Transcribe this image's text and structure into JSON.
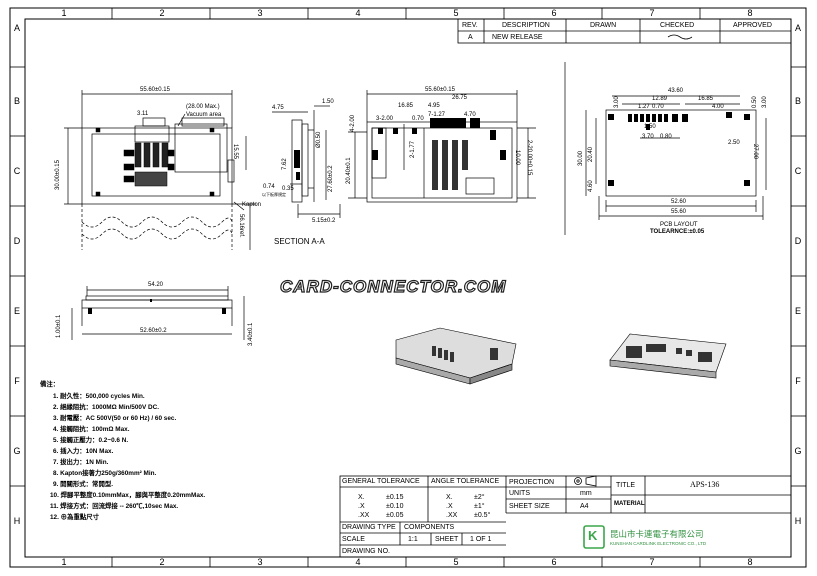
{
  "border": {
    "columns": [
      "1",
      "2",
      "3",
      "4",
      "5",
      "6",
      "7",
      "8"
    ],
    "rows": [
      "A",
      "B",
      "C",
      "D",
      "E",
      "F",
      "G",
      "H"
    ]
  },
  "revision": {
    "headers": [
      "REV.",
      "DESCRIPTION",
      "DRAWN",
      "CHECKED",
      "APPROVED"
    ],
    "row": [
      "A",
      "NEW RELEASE",
      "",
      "",
      ""
    ]
  },
  "watermark": "CARD-CONNECTOR.COM",
  "top_view": {
    "overall_width": "55.60±0.15",
    "dim_311": "3.11",
    "max_note": "(28.00 Max.)",
    "vacuum": "Vacuum area",
    "dim_1555": "15.55",
    "height": "30.00±0.15",
    "kapton": "Kapton",
    "ref": "56.16ref."
  },
  "section": {
    "dim_475": "4.75",
    "dim_150": "1.50",
    "dim_050": "Ø0.50",
    "dim_762": "7.62",
    "dim_074": "0.74",
    "dim_035": "0.35",
    "small_note": "以下板厚規定",
    "dim_515": "5.15±0.2",
    "label": "SECTION  A-A"
  },
  "front_view": {
    "overall_width": "55.60±0.15",
    "dim_2675": "26.75",
    "dim_1685": "16.85",
    "dim_495": "4.95",
    "dim_300_200": "3-2.00",
    "dim_070": "0.70",
    "dim_127": "7-1.27",
    "dim_470": "4.70",
    "dim_400": "4-2.00",
    "dim_177": "2-1.77",
    "dim_2760": "27.60±0.2",
    "dim_2040": "20.40±0.1",
    "dim_1000": "10.00",
    "dim_2000": "2-20.00±0.15"
  },
  "pcb": {
    "dim_4360": "43.60",
    "dim_1289": "12.89",
    "dim_1685": "16.85",
    "dim_127": "1.27",
    "dim_070": "0.70",
    "dim_400": "4.00",
    "dim_300": "3.00",
    "dim_050": "0.50",
    "dim_150": "1.50",
    "dim_370": "3.70",
    "dim_080": "0.80",
    "dim_250": "2.50",
    "dim_3000": "30.00",
    "dim_2040": "20.40",
    "dim_460": "4.60",
    "dim_2700": "27.00",
    "dim_5260": "52.60",
    "dim_5560": "55.60",
    "label": "PCB LAYOUT",
    "tolerance": "TOLEARNCE:±0.05"
  },
  "side_view": {
    "overall_width": "54.20",
    "inner_width": "52.60±0.2",
    "left_height": "1.00±0.1",
    "right_height": "3.40±0.1"
  },
  "notes": {
    "title": "備注：",
    "items": [
      "1. 耐久性：500,000 cycles Min.",
      "2. 絕緣阻抗：1000MΩ Min/500V DC.",
      "3. 耐電壓：AC 500V(50 or 60 Hz) / 60 sec.",
      "4. 接觸阻抗：100mΩ Max.",
      "5. 接觸正壓力：0.2~0.6 N.",
      "6. 插入力：10N Max.",
      "7. 拔出力：1N Min.",
      "8. Kapton接著力250g/360mm² Min.",
      "9. 開關形式：常開型.",
      "10. 焊腳平整度0.10mmMax，腳與平整度0.20mmMax.",
      "11. 焊接方式：回流焊接 -- 260℃,10sec Max.",
      "12. ⊕為重點尺寸"
    ]
  },
  "title_block": {
    "general_tolerance": "GENERAL TOLERANCE",
    "angle_tolerance": "ANGLE TOLERANCE",
    "gt_rows": [
      [
        "X.",
        "±0.15"
      ],
      [
        ".X",
        "±0.10"
      ],
      [
        ".XX",
        "±0.05"
      ]
    ],
    "at_rows": [
      [
        "X.",
        "±2°"
      ],
      [
        ".X",
        "±1°"
      ],
      [
        ".XX",
        "±0.5°"
      ]
    ],
    "drawing_type": "DRAWING TYPE",
    "components": "COMPONENTS",
    "scale": "SCALE",
    "scale_val": "1:1",
    "sheet": "SHEET",
    "sheet_val": "1  OF  1",
    "drawing_no": "DRAWING NO.",
    "projection": "PROJECTION",
    "units": "UNITS",
    "units_val": "mm",
    "sheet_size": "SHEET SIZE",
    "sheet_size_val": "A4",
    "title_label": "TITLE",
    "title_val": "APS-136",
    "material": "MATERIAL",
    "company_cn": "昆山市卡連電子有限公司",
    "company_en": "KUNSHAN CARDLINK ELECTRONIC CO., LTD",
    "logo_letter": "K",
    "colors": {
      "logo": "#3aa64a",
      "company": "#2e8f3e"
    }
  }
}
